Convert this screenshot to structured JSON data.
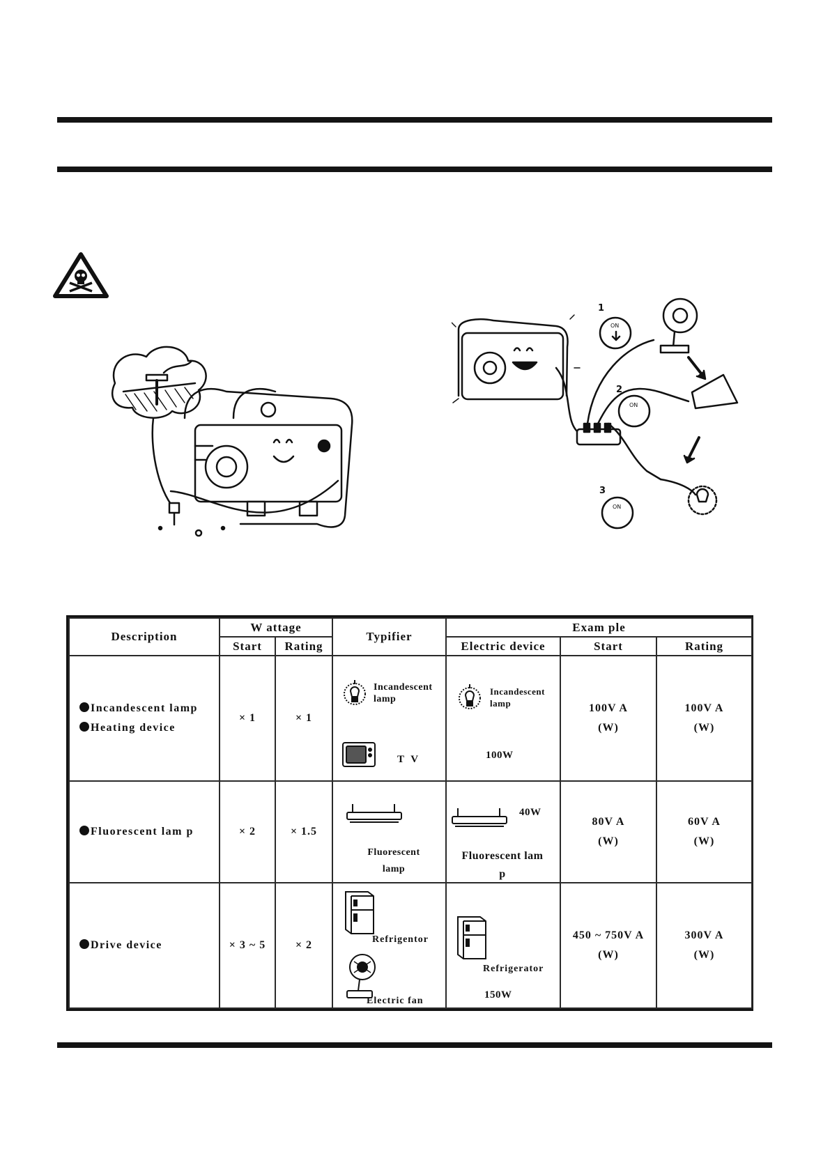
{
  "table": {
    "headers": {
      "description": "Description",
      "wattage": "W attage",
      "wattage_start": "Start",
      "wattage_rating": "Rating",
      "typifier": "Typifier",
      "example": "Exam ple",
      "example_device": "Electric device",
      "example_start": "Start",
      "example_rating": "Rating"
    },
    "rows": [
      {
        "desc": [
          "Incandescent lamp",
          "Heating device"
        ],
        "start": "× 1",
        "rating": "× 1",
        "typifier": [
          "Incandescent lamp",
          "T V"
        ],
        "device": [
          "Incandescent lamp",
          "100W"
        ],
        "ex_start": [
          "100V A",
          "(W)"
        ],
        "ex_rating": [
          "100V A",
          "(W)"
        ]
      },
      {
        "desc": [
          "Fluorescent lam p"
        ],
        "start": "× 2",
        "rating": "× 1.5",
        "typifier": [
          "Fluorescent lamp"
        ],
        "device": [
          "40W",
          "Fluorescent lam p"
        ],
        "ex_start": [
          "80V A",
          "(W)"
        ],
        "ex_rating": [
          "60V A",
          "(W)"
        ]
      },
      {
        "desc": [
          "Drive device"
        ],
        "start": "× 3 ~ 5",
        "rating": "× 2",
        "typifier": [
          "Refrigentor",
          "Electric fan"
        ],
        "device": [
          "Refrigerator",
          "150W"
        ],
        "ex_start": [
          "450 ~ 750V A",
          "(W)"
        ],
        "ex_rating": [
          "300V A",
          "(W)"
        ]
      }
    ]
  },
  "illustration": {
    "steps": [
      "1",
      "2",
      "3"
    ],
    "switch_label": "ON"
  },
  "icons": [
    "skull-warning-icon",
    "bulb-icon",
    "tv-icon",
    "fluorescent-lamp-icon",
    "refrigerator-icon",
    "electric-fan-icon"
  ]
}
